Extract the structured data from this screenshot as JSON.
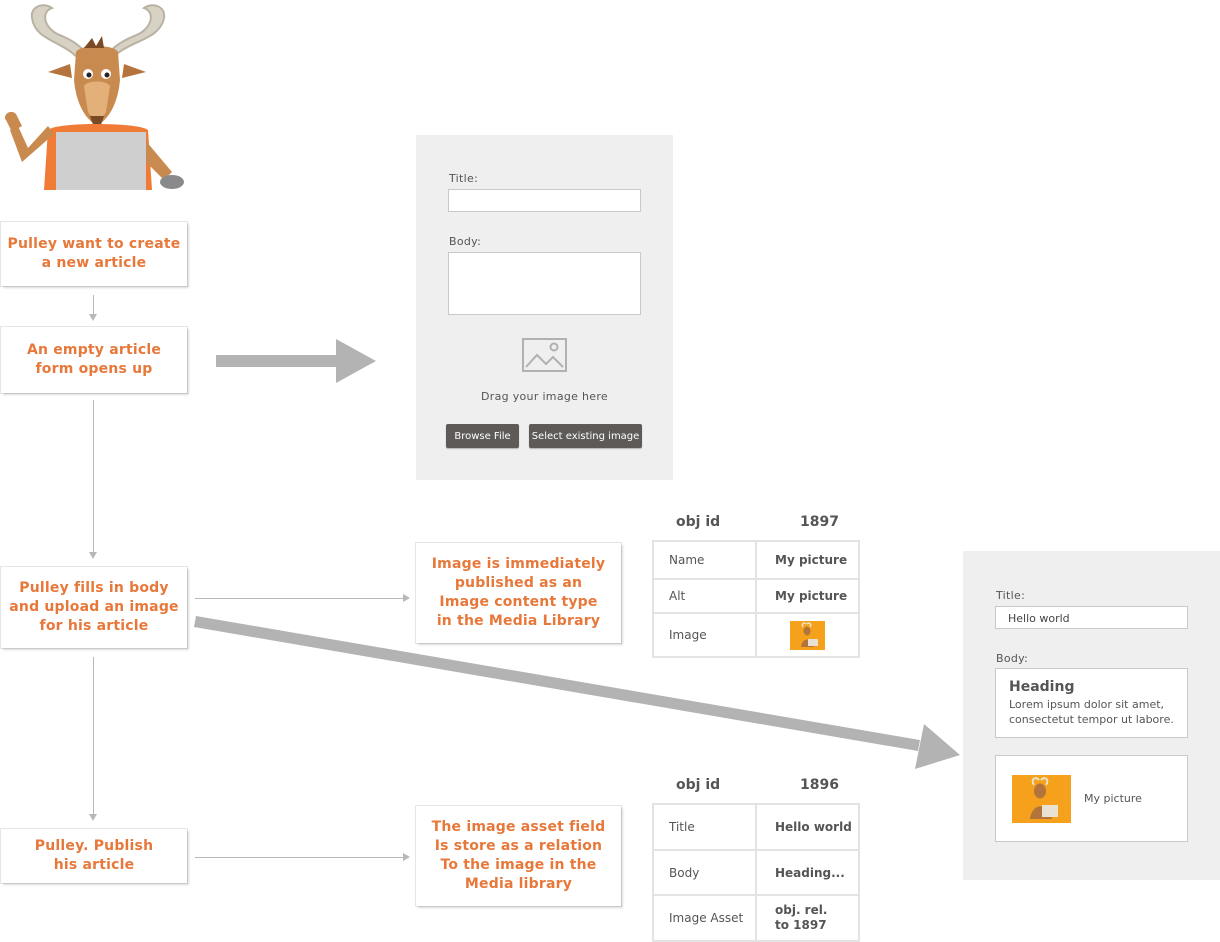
{
  "flow": {
    "step1": "Pulley want to create\na new article",
    "step2": "An empty article\nform opens up",
    "step3": "Pulley fills in body\nand upload an image\nfor his article",
    "step4": "Pulley. Publish\nhis article"
  },
  "notes": {
    "media_library": "Image is immediately\npublished as an\nImage content type\nin the Media Library",
    "relation": "The image asset field\nIs store as a relation\nTo the image in the\nMedia library"
  },
  "empty_form": {
    "title_label": "Title:",
    "body_label": "Body:",
    "drop_text": "Drag your image here",
    "browse_button": "Browse File",
    "select_button": "Select existing image"
  },
  "image_object": {
    "obj_id_label": "obj id",
    "obj_id": "1897",
    "rows": [
      {
        "key": "Name",
        "value": "My picture"
      },
      {
        "key": "Alt",
        "value": "My picture"
      },
      {
        "key": "Image",
        "value": ""
      }
    ]
  },
  "article_object": {
    "obj_id_label": "obj id",
    "obj_id": "1896",
    "rows": [
      {
        "key": "Title",
        "value": "Hello world"
      },
      {
        "key": "Body",
        "value": "Heading..."
      },
      {
        "key": "Image Asset",
        "value": "obj. rel.\nto 1897"
      }
    ]
  },
  "filled_form": {
    "title_label": "Title:",
    "title_value": "Hello world",
    "body_label": "Body:",
    "heading": "Heading",
    "lorem": "Lorem ipsum dolor sit amet,\nconsectetut tempor ut labore.",
    "image_caption": "My picture"
  },
  "colors": {
    "accent": "#e8783a",
    "arrow_gray": "#b3b3b3",
    "panel_bg": "#eeefee",
    "button_bg": "#5e5a58",
    "thumb_bg": "#f6a11c"
  },
  "icons": {
    "mascot": "goat-mascot-illustration",
    "placeholder": "image-placeholder-icon",
    "thumbnail": "goat-thumbnail-icon"
  }
}
